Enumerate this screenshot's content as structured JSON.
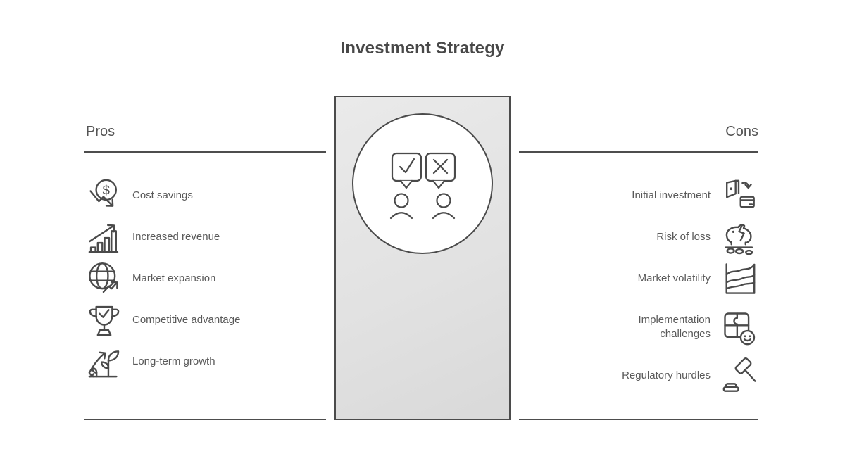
{
  "title": "Investment Strategy",
  "pros": {
    "header": "Pros",
    "items": [
      {
        "label": "Cost savings",
        "icon": "dollar-drop-icon"
      },
      {
        "label": "Increased revenue",
        "icon": "bar-chart-arrow-icon"
      },
      {
        "label": "Market expansion",
        "icon": "globe-trend-icon"
      },
      {
        "label": "Competitive advantage",
        "icon": "trophy-check-icon"
      },
      {
        "label": "Long-term growth",
        "icon": "plant-growth-arrow-icon"
      }
    ]
  },
  "cons": {
    "header": "Cons",
    "items": [
      {
        "label": "Initial investment",
        "icon": "money-to-card-icon"
      },
      {
        "label": "Risk of loss",
        "icon": "broken-piggy-bank-icon"
      },
      {
        "label": "Market volatility",
        "icon": "wave-chart-icon"
      },
      {
        "label": "Implementation challenges",
        "icon": "puzzle-smiley-icon"
      },
      {
        "label": "Regulatory hurdles",
        "icon": "gavel-icon"
      }
    ]
  },
  "center": {
    "illustration": "approve-reject-people"
  },
  "colors": {
    "stroke": "#4a4a4a",
    "text": "#595959",
    "divider": "#4d4d4d",
    "panel_fill_top": "#eaeaea",
    "panel_fill_bottom": "#d9d9d9",
    "background": "#ffffff"
  }
}
